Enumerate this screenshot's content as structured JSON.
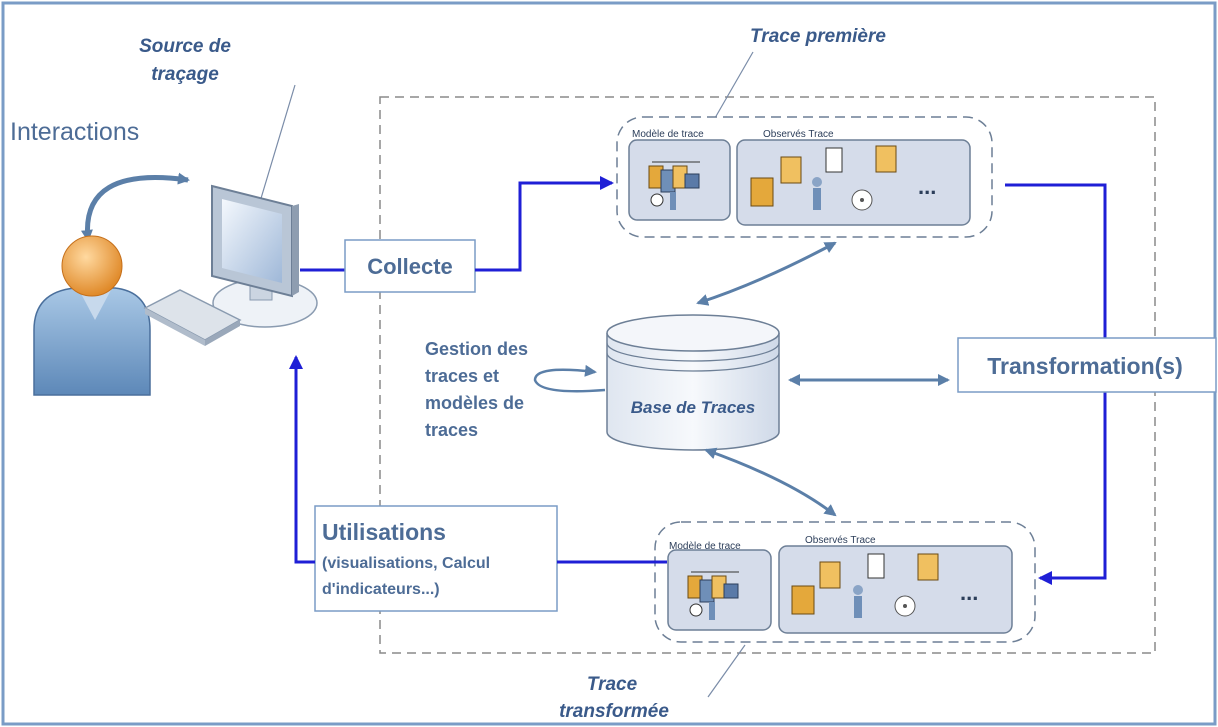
{
  "labels": {
    "source": [
      "Source de",
      "traçage"
    ],
    "interactions": "Interactions",
    "trace_premiere": "Trace première",
    "trace_transformee": [
      "Trace",
      "transformée"
    ],
    "collecte": "Collecte",
    "transformations": "Transformation(s)",
    "gestion": [
      "Gestion des",
      "traces et",
      "modèles de",
      "traces"
    ],
    "base": "Base de Traces",
    "utilisations": "Utilisations",
    "utilisations_detail": [
      "(visualisations, Calcul",
      "d'indicateurs...)"
    ],
    "modele_de_trace": "Modèle de trace",
    "observes_trace": "Observés Trace",
    "ellipsis": "..."
  },
  "colors": {
    "arrow_blue": "#1f1fd6",
    "steel": "#5b7fa8",
    "label_blue": "#3a5a8a",
    "dashed": "#8a8a8a",
    "panel_fill": "#d5dcea",
    "frame": "#7a9cc6"
  }
}
